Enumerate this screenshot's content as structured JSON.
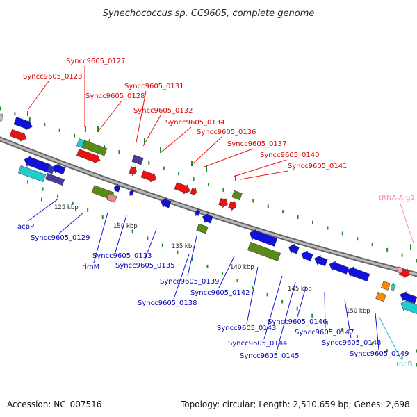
{
  "title": "Synechococcus sp. CC9605, complete genome",
  "footer": {
    "accession": "Accession: NC_007516",
    "summary": "Topology: circular; Length: 2,510,659 bp; Genes: 2,698"
  },
  "ruler": [
    "125 kbp",
    "130 kbp",
    "135 kbp",
    "140 kbp",
    "145 kbp",
    "150 kbp"
  ],
  "labels_top": [
    "Syncc9605_0123",
    "Syncc9605_0127",
    "Syncc9605_0128",
    "Syncc9605_0131",
    "Syncc9605_0132",
    "Syncc9605_0134",
    "Syncc9605_0136",
    "Syncc9605_0137",
    "Syncc9605_0140",
    "Syncc9605_0141"
  ],
  "label_trna": "tRNA-Arg2",
  "labels_bottom": [
    "acpP",
    "Syncc9605_0129",
    "rimM",
    "Syncc9605_0133",
    "Syncc9605_0135",
    "Syncc9605_0139",
    "Syncc9605_0138",
    "Syncc9605_0142",
    "Syncc9605_0143",
    "Syncc9605_0144",
    "Syncc9605_0145",
    "Syncc9605_0146",
    "Syncc9605_0147",
    "Syncc9605_0148",
    "Syncc9605_0149"
  ],
  "label_rnpb": "rnpB",
  "colors": {
    "red": "#ee1111",
    "blue": "#1111dd",
    "green": "#5a8a18",
    "cyan": "#22cccc",
    "purple": "#4a3a99",
    "orange": "#ff8800",
    "pink": "#ff99bb",
    "tick": "#228822",
    "backbone": "#888888",
    "label_red": "#dd0000",
    "label_blue": "#0000bb"
  }
}
